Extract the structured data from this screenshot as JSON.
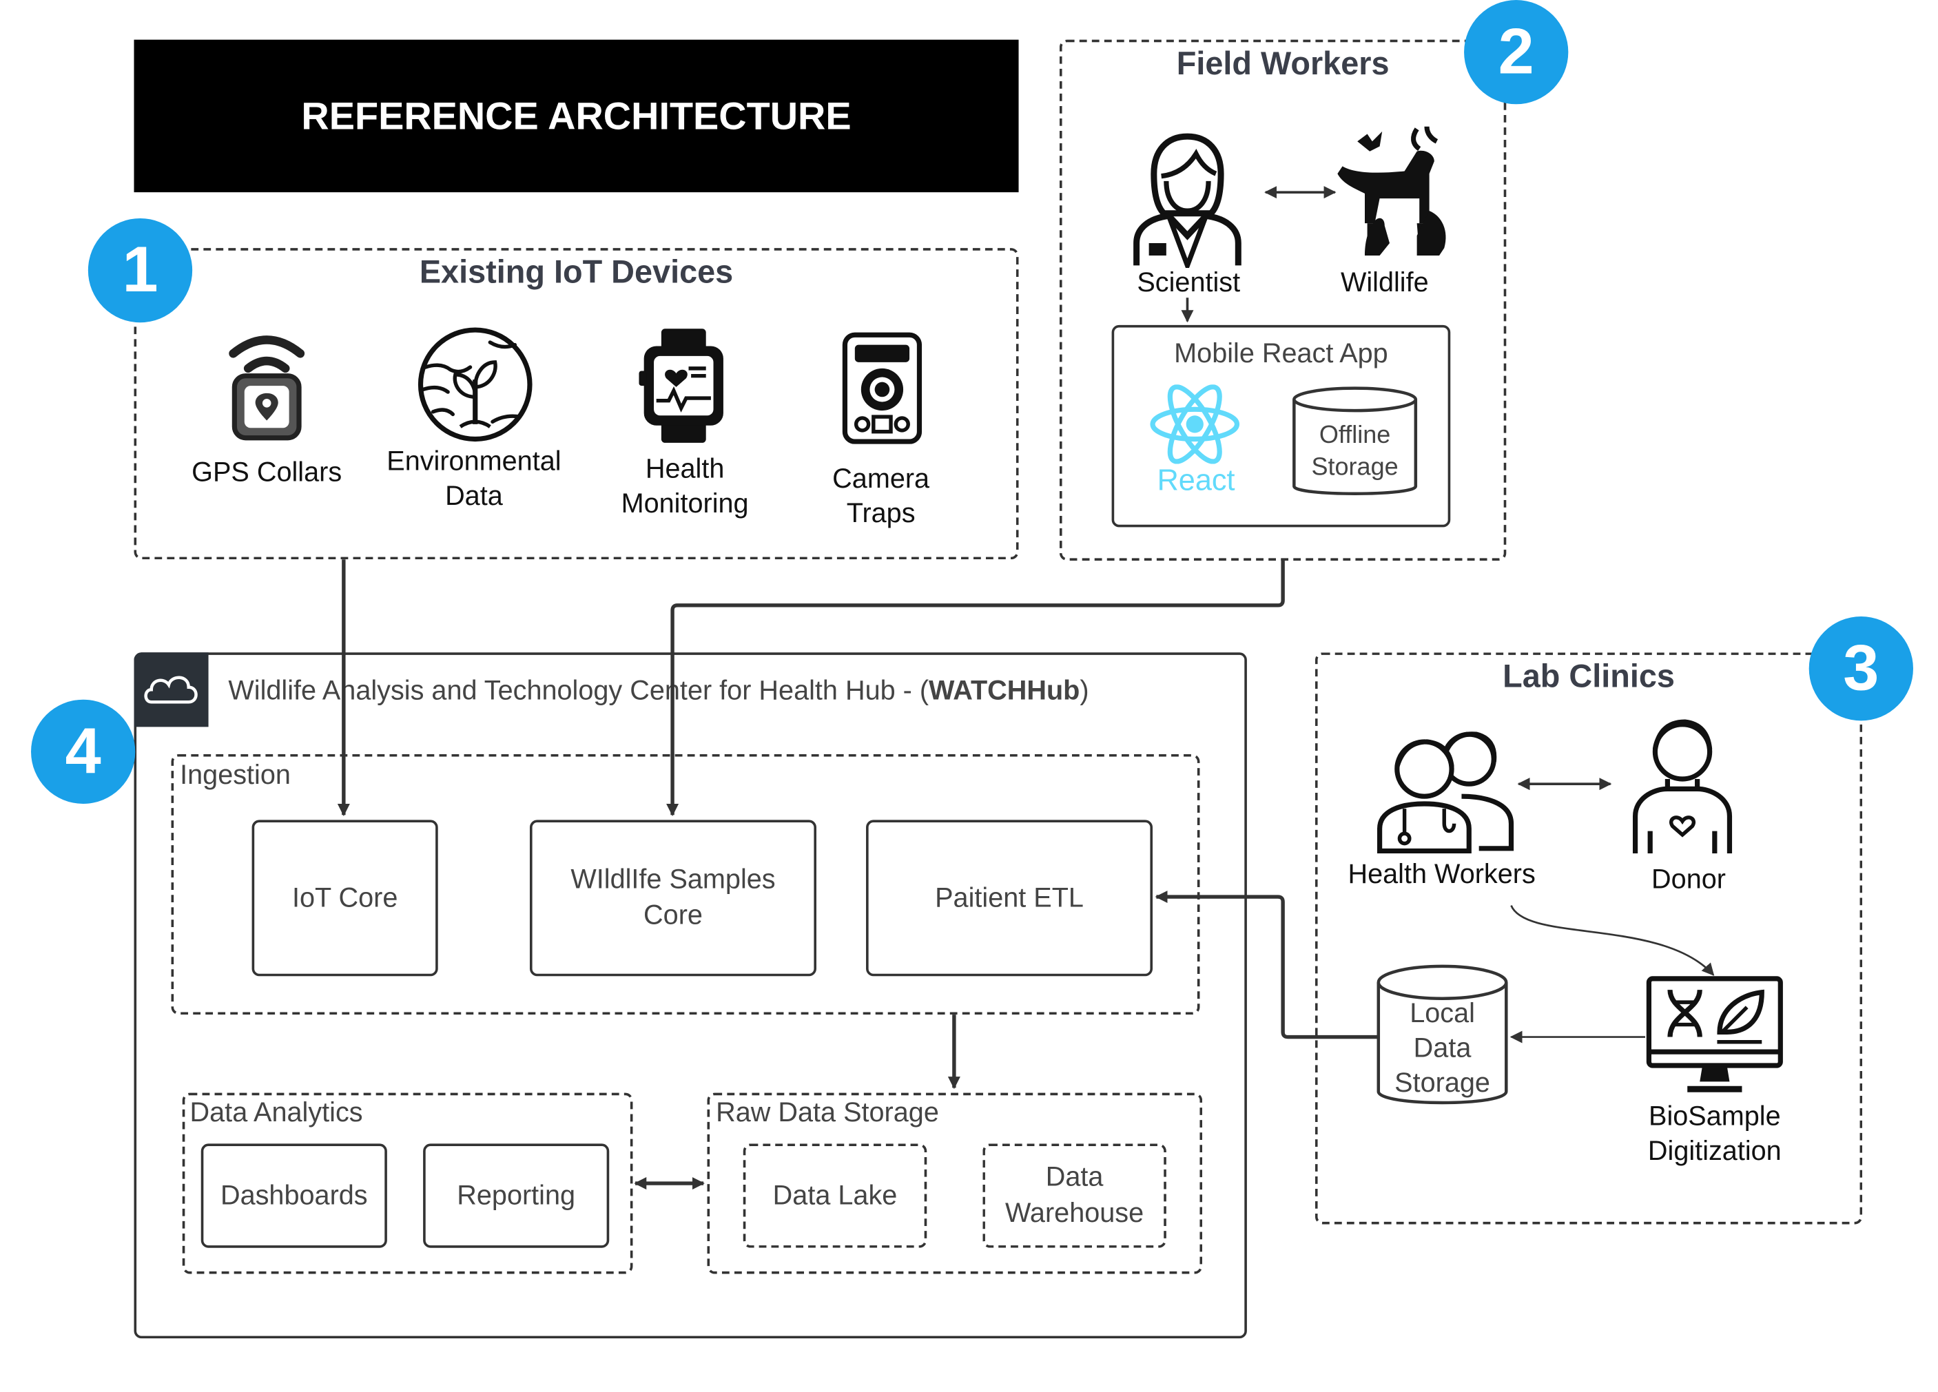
{
  "banner": {
    "title": "REFERENCE ARCHITECTURE"
  },
  "badges": {
    "b1": "1",
    "b2": "2",
    "b3": "3",
    "b4": "4"
  },
  "iot": {
    "title": "Existing IoT Devices",
    "gps": "GPS Collars",
    "env": "Environmental\nData",
    "health": "Health\nMonitoring",
    "camera": "Camera\nTraps"
  },
  "field": {
    "title": "Field Workers",
    "scientist": "Scientist",
    "wildlife": "Wildlife",
    "app_title": "Mobile React App",
    "react": "React",
    "offline": "Offline\nStorage"
  },
  "watch": {
    "title_prefix": "Wildlife Analysis and Technology Center for Health Hub - (",
    "title_bold": "WATCHHub",
    "title_suffix": ")",
    "ingestion": "Ingestion",
    "iot_core": "IoT Core",
    "samples_core": "WIldlIfe Samples\nCore",
    "patient_etl": "Paitient ETL",
    "analytics": "Data Analytics",
    "dashboards": "Dashboards",
    "reporting": "Reporting",
    "raw_storage": "Raw Data Storage",
    "data_lake": "Data Lake",
    "data_warehouse": "Data\nWarehouse"
  },
  "lab": {
    "title": "Lab Clinics",
    "health_workers": "Health Workers",
    "donor": "Donor",
    "local_storage": "Local\nData\nStorage",
    "biosample": "BioSample\nDigitization"
  },
  "colors": {
    "badge": "#1aa0e8",
    "react": "#61dafb",
    "banner": "#000000",
    "line": "#333333"
  }
}
